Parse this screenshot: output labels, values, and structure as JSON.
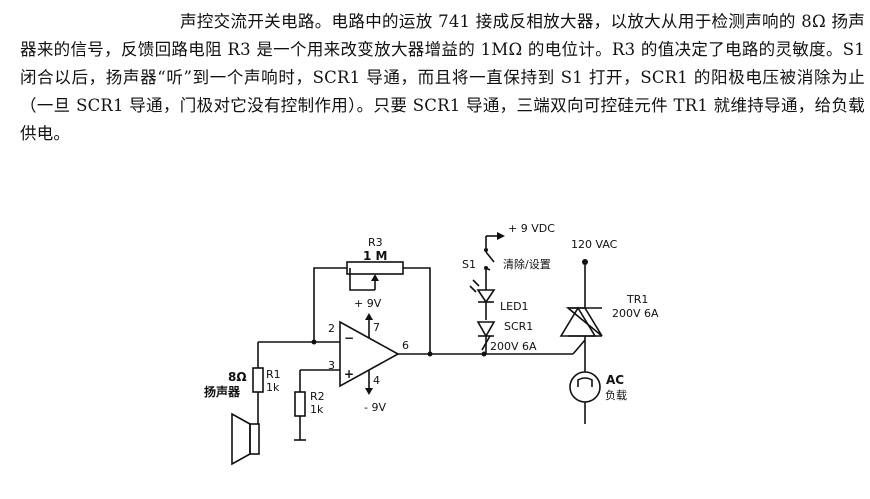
{
  "description": {
    "paragraph": "声控交流开关电路。电路中的运放 741 接成反相放大器，以放大从用于检测声响的 8Ω 扬声器来的信号，反馈回路电阻 R3 是一个用来改变放大器增益的 1MΩ 的电位计。R3 的值决定了电路的灵敏度。S1 闭合以后，扬声器“听”到一个声响时，SCR1 导通，而且将一直保持到 S1 打开，SCR1 的阳极电压被消除为止（一旦 SCR1 导通，门极对它没有控制作用）。只要 SCR1 导通，三端双向可控硅元件 TR1 就维持导通，给负载供电。"
  },
  "circuit": {
    "speaker_label_1": "8Ω",
    "speaker_label_2": "扬声器",
    "r1_name": "R1",
    "r1_value": "1k",
    "r2_name": "R2",
    "r2_value": "1k",
    "r3_name": "R3",
    "r3_value": "1 M",
    "opamp_pos_supply": "+ 9V",
    "opamp_neg_supply": "- 9V",
    "pin_2": "2",
    "pin_3": "3",
    "pin_7": "7",
    "pin_4": "4",
    "pin_6": "6",
    "pin_minus": "−",
    "pin_plus": "+",
    "supply_label": "+ 9 VDC",
    "s1_name": "S1",
    "s1_function": "清除/设置",
    "led_name": "LED1",
    "scr_name": "SCR1",
    "scr_rating": "200V 6A",
    "ac_supply": "120 VAC",
    "triac_name": "TR1",
    "triac_rating": "200V 6A",
    "load_label_1": "AC",
    "load_label_2": "负载"
  }
}
